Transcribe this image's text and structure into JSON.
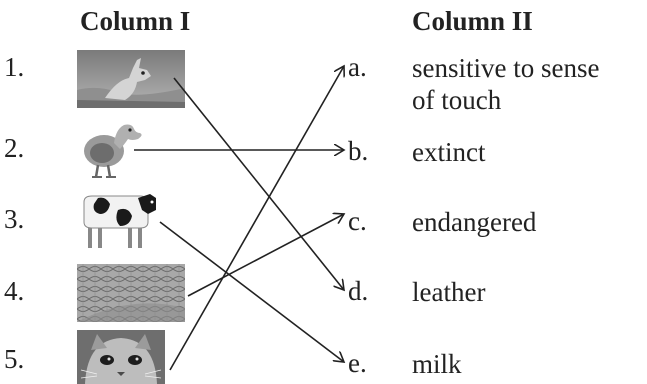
{
  "headers": {
    "col1": "Column I",
    "col2": "Column II"
  },
  "column1": [
    {
      "num": "1.",
      "image": "deer-photo"
    },
    {
      "num": "2.",
      "image": "dodo-photo"
    },
    {
      "num": "3.",
      "image": "cow-photo"
    },
    {
      "num": "4.",
      "image": "crocodile-skin-photo"
    },
    {
      "num": "5.",
      "image": "cat-face-photo"
    }
  ],
  "column2": [
    {
      "letter": "a.",
      "text": "sensitive to sense",
      "text2": "of touch"
    },
    {
      "letter": "b.",
      "text": "extinct"
    },
    {
      "letter": "c.",
      "text": "endangered"
    },
    {
      "letter": "d.",
      "text": "leather"
    },
    {
      "letter": "e.",
      "text": "milk"
    }
  ],
  "matches": [
    {
      "from": "1",
      "to": "d"
    },
    {
      "from": "2",
      "to": "b"
    },
    {
      "from": "3",
      "to": "e"
    },
    {
      "from": "4",
      "to": "c"
    },
    {
      "from": "5",
      "to": "a"
    }
  ]
}
